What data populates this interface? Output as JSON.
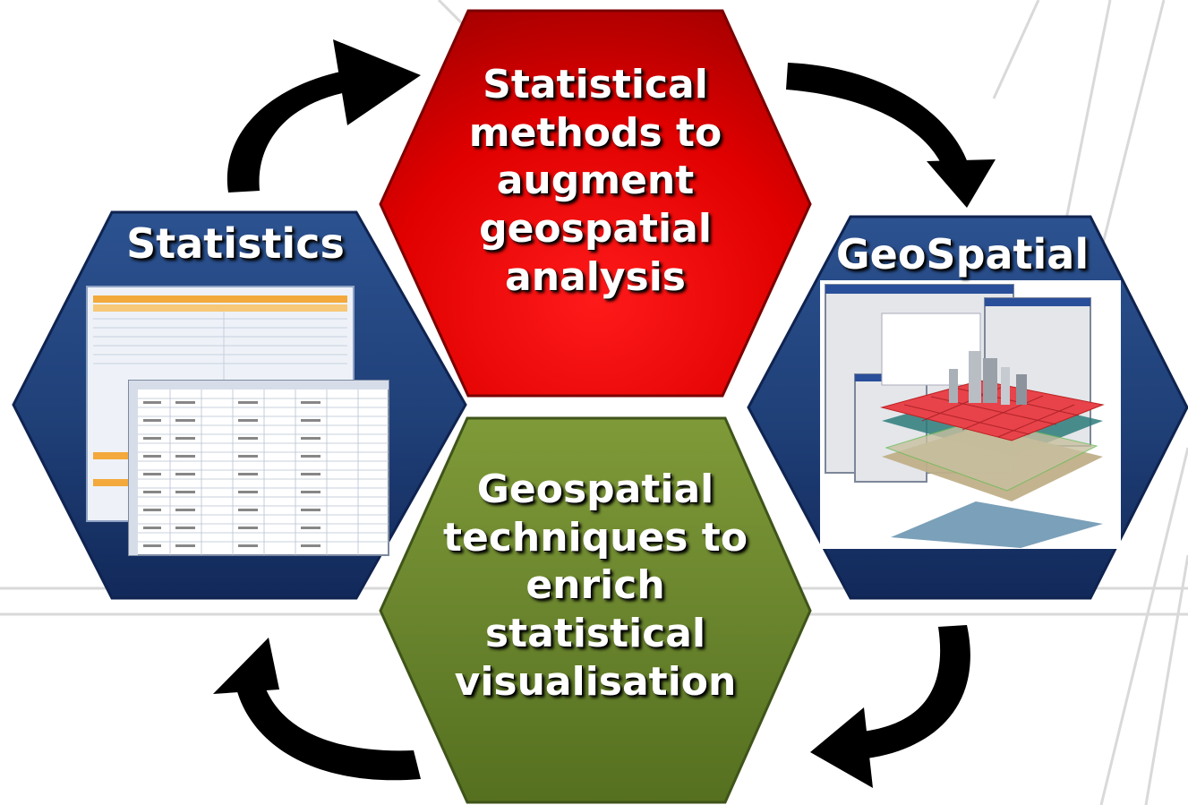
{
  "hexagons": {
    "top": {
      "lines": [
        "Statistical",
        "methods to",
        "augment",
        "geospatial",
        "analysis"
      ],
      "color": "#e00000"
    },
    "bottom": {
      "lines": [
        "Geospatial",
        "techniques to",
        "enrich",
        "statistical",
        "visualisation"
      ],
      "color": "#6f8a2e"
    },
    "left": {
      "title": "Statistics",
      "color": "#1e3f78"
    },
    "right": {
      "title": "GeoSpatial",
      "color": "#1e3f78"
    }
  },
  "arrows": {
    "color": "#000000",
    "direction": "clockwise"
  },
  "images": {
    "left": "spreadsheet-screenshot",
    "right": "gis-layers-screenshot"
  }
}
